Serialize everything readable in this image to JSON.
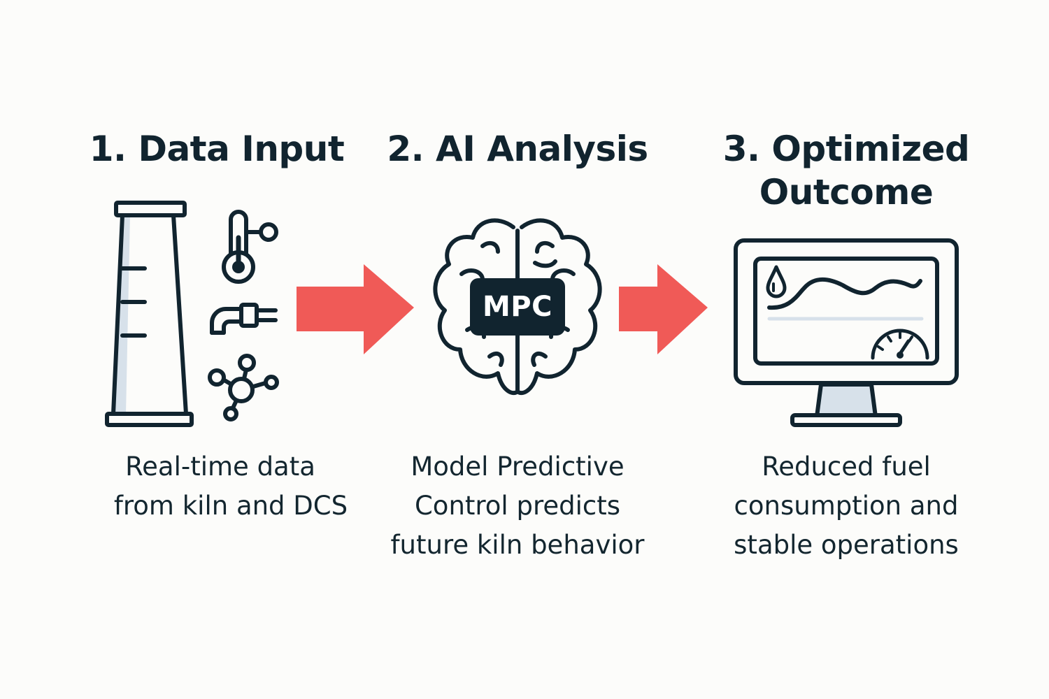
{
  "colors": {
    "ink": "#11242f",
    "arrow": "#f05a57",
    "accent_fill": "#d7e1ea",
    "badge_fill": "#11242f",
    "background": "#fcfcfa"
  },
  "steps": [
    {
      "title": "1. Data Input",
      "caption_lines": [
        "Real-time data",
        "from kiln and DCS"
      ],
      "icons": [
        "kiln-tower-icon",
        "thermometer-icon",
        "valve-pipe-icon",
        "molecule-network-icon"
      ]
    },
    {
      "title": "2. AI Analysis",
      "badge": "MPC",
      "caption_lines": [
        "Model Predictive",
        "Control predicts",
        "future kiln behavior"
      ],
      "icons": [
        "brain-icon"
      ]
    },
    {
      "title_lines": [
        "3. Optimized",
        "Outcome"
      ],
      "caption_lines": [
        "Reduced fuel",
        "consumption and",
        "stable operations"
      ],
      "icons": [
        "monitor-icon",
        "fuel-drop-icon",
        "gauge-icon"
      ]
    }
  ],
  "connectors": [
    "arrow-right-icon",
    "arrow-right-icon"
  ]
}
